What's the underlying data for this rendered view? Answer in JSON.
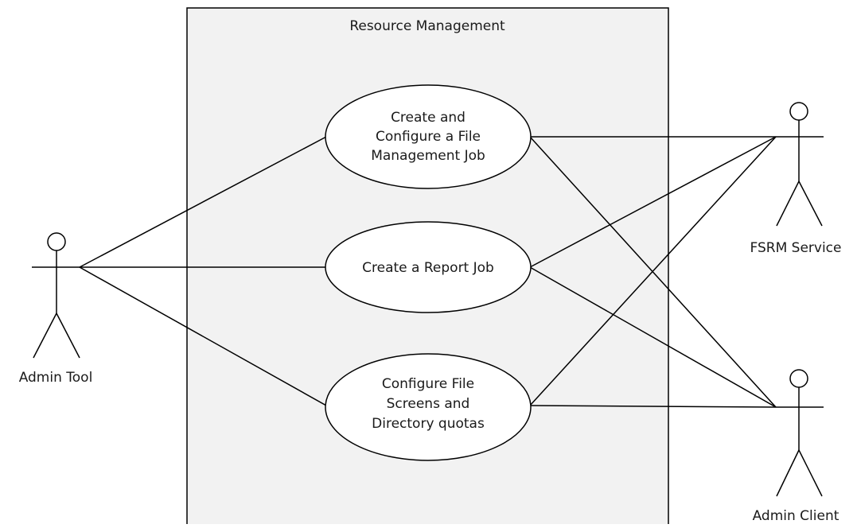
{
  "system": {
    "title": "Resource Management",
    "fill_color": "#f2f2f2"
  },
  "use_cases": {
    "create_file_management_job": {
      "lines": [
        "Create and",
        "Configure a File",
        "Management Job"
      ]
    },
    "create_report_job": {
      "lines": [
        "Create a Report Job"
      ]
    },
    "configure_file_screens": {
      "lines": [
        "Configure File",
        "Screens and",
        "Directory quotas"
      ]
    }
  },
  "actors": {
    "admin_tool": {
      "label": "Admin Tool"
    },
    "fsrm_service": {
      "label": "FSRM Service"
    },
    "admin_client": {
      "label": "Admin Client"
    }
  }
}
